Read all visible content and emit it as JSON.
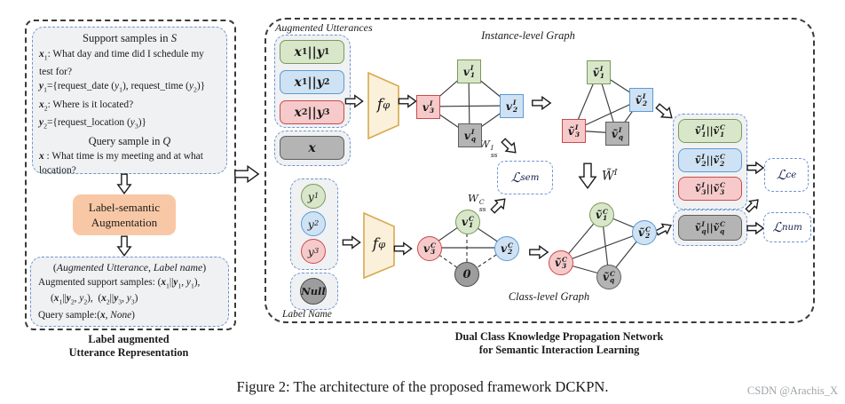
{
  "colors": {
    "green_fill": "#d8e7c9",
    "green_border": "#7a995c",
    "blue_fill": "#cfe2f3",
    "blue_border": "#5b9bd5",
    "red_fill": "#f6caca",
    "red_border": "#cc4a4a",
    "gray_fill": "#b4b4b4",
    "gray_border": "#5e5e5e",
    "orange_fill": "#f8c8a6",
    "encoder_fill": "#fbf0da",
    "encoder_border": "#d7a94e",
    "dashed_blue": "#6d96d2"
  },
  "left_panel": {
    "support_box": {
      "title_html": "Support samples in <i>S</i>",
      "lines_html": [
        "<b><i>x</i></b><sub>1</sub>: What day and time did I schedule my test for?",
        "<b><i>y</i></b><sub>1</sub>={request_date (<i>y</i><sub>1</sub>), request_time (<i>y</i><sub>2</sub>)}",
        "<b><i>x</i></b><sub>2</sub>: Where is it located?",
        "<b><i>y</i></b><sub>2</sub>={request_location (<i>y</i><sub>3</sub>)}"
      ],
      "query_title_html": "Query sample in <i>Q</i>",
      "query_line_html": "<b><i>x</i></b> : What time is my meeting and at what location?"
    },
    "augmentation_line1": "Label-semantic",
    "augmentation_line2": "Augmentation",
    "augmented_box": {
      "header_html": "(<i>Augmented Utterance</i>, <i>Label name</i>)",
      "line1_html": "Augmented support samples: (<b><i>x</i></b><sub>1</sub>||<b><i>y</i></b><sub>1</sub>, <i>y</i><sub>1</sub>),",
      "line2_html": "(<b><i>x</i></b><sub>1</sub>||<b><i>y</i></b><sub>2</sub>, <i>y</i><sub>2</sub>),&nbsp;&nbsp;(<b><i>x</i></b><sub>2</sub>||<b><i>y</i></b><sub>3</sub>, <i>y</i><sub>3</sub>)",
      "line3_html": "Query sample:(<b><i>x</i></b>, <i>None</i>)"
    },
    "footer_line1": "Label augmented",
    "footer_line2": "Utterance Representation"
  },
  "right_panel": {
    "augmented_utterances_label": "Augmented Utterances",
    "label_name_label": "Label Name",
    "instance_graph_title": "Instance-level Graph",
    "class_graph_title": "Class-level Graph",
    "encoder_html": "<i>f</i><sub>φ</sub>",
    "utterances": [
      {
        "label_html": "<b><i>x</i></b><sub>1</sub>||<b><i>y</i></b><sub>1</sub>",
        "color": "green"
      },
      {
        "label_html": "<b><i>x</i></b><sub>1</sub>||<b><i>y</i></b><sub>2</sub>",
        "color": "blue"
      },
      {
        "label_html": "<b><i>x</i></b><sub>2</sub>||<b><i>y</i></b><sub>3</sub>",
        "color": "red"
      }
    ],
    "query_utterance_html": "<b><i>x</i></b>",
    "label_names": [
      {
        "label_html": "<i>y</i><sub>1</sub>",
        "color": "green"
      },
      {
        "label_html": "<i>y</i><sub>2</sub>",
        "color": "blue"
      },
      {
        "label_html": "<i>y</i><sub>3</sub>",
        "color": "red"
      }
    ],
    "null_label_html": "<i>Null</i>",
    "footer_line1": "Dual Class Knowledge Propagation Network",
    "footer_line2": "for Semantic Interaction Learning"
  },
  "graphs": {
    "instance1": [
      {
        "label_html": "<b><i>v</i></b><span class=\"stk\"><span>I</span><span>1</span></span>",
        "color": "green"
      },
      {
        "label_html": "<b><i>v</i></b><span class=\"stk\"><span>I</span><span>2</span></span>",
        "color": "blue"
      },
      {
        "label_html": "<b><i>v</i></b><span class=\"stk\"><span>I</span><span>3</span></span>",
        "color": "red"
      },
      {
        "label_html": "<b><i>v</i></b><span class=\"stk\"><span>I</span><span>q</span></span>",
        "color": "gray"
      }
    ],
    "instance2": [
      {
        "label_html": "<b><i>ṽ</i></b><span class=\"stk\"><span>I</span><span>1</span></span>",
        "color": "green"
      },
      {
        "label_html": "<b><i>ṽ</i></b><span class=\"stk\"><span>I</span><span>2</span></span>",
        "color": "blue"
      },
      {
        "label_html": "<b><i>ṽ</i></b><span class=\"stk\"><span>I</span><span>3</span></span>",
        "color": "red"
      },
      {
        "label_html": "<b><i>ṽ</i></b><span class=\"stk\"><span>I</span><span>q</span></span>",
        "color": "gray"
      }
    ],
    "class1": [
      {
        "label_html": "<b><i>v</i></b><span class=\"stk\"><span>C</span><span>1</span></span>",
        "color": "green"
      },
      {
        "label_html": "<b><i>v</i></b><span class=\"stk\"><span>C</span><span>2</span></span>",
        "color": "blue"
      },
      {
        "label_html": "<b><i>v</i></b><span class=\"stk\"><span>C</span><span>3</span></span>",
        "color": "red"
      },
      {
        "label_html": "<b>0</b>",
        "color": "darkgray"
      }
    ],
    "class2": [
      {
        "label_html": "<b><i>ṽ</i></b><span class=\"stk\"><span>C</span><span>1</span></span>",
        "color": "green"
      },
      {
        "label_html": "<b><i>ṽ</i></b><span class=\"stk\"><span>C</span><span>2</span></span>",
        "color": "blue"
      },
      {
        "label_html": "<b><i>ṽ</i></b><span class=\"stk\"><span>C</span><span>3</span></span>",
        "color": "red"
      },
      {
        "label_html": "<b><i>ṽ</i></b><span class=\"stk\"><span>C</span><span>q</span></span>",
        "color": "gray"
      }
    ]
  },
  "outputs": {
    "pairs": [
      {
        "label_html": "<b><i>ṽ</i></b><span class=\"stk\"><span>I</span><span>1</span></span>||<b><i>ṽ</i></b><span class=\"stk\"><span>C</span><span>1</span></span>",
        "color": "green"
      },
      {
        "label_html": "<b><i>ṽ</i></b><span class=\"stk\"><span>I</span><span>2</span></span>||<b><i>ṽ</i></b><span class=\"stk\"><span>C</span><span>2</span></span>",
        "color": "blue"
      },
      {
        "label_html": "<b><i>ṽ</i></b><span class=\"stk\"><span>I</span><span>3</span></span>||<b><i>ṽ</i></b><span class=\"stk\"><span>C</span><span>3</span></span>",
        "color": "red"
      }
    ],
    "query_html": "<b><i>ṽ</i></b><span class=\"stk\"><span>I</span><span>q</span></span>||<b><i>ṽ</i></b><span class=\"stk\"><span>C</span><span>q</span></span>"
  },
  "losses": {
    "sem_html": "ℒ<sub>sem</sub>",
    "ce_html": "ℒ<sub>ce</sub>",
    "num_html": "ℒ<sub>num</sub>"
  },
  "weights": {
    "wss_i_html": "<i>W</i><span class=\"stk\"><span>I</span><span>ss</span></span>",
    "wss_c_html": "<i>W</i><span class=\"stk\"><span>C</span><span>ss</span></span>",
    "w_i_html": "<i>W̃</i><sup>I</sup>"
  },
  "figure_caption": "Figure 2: The architecture of the proposed framework DCKPN.",
  "watermark": "CSDN @Arachis_X"
}
